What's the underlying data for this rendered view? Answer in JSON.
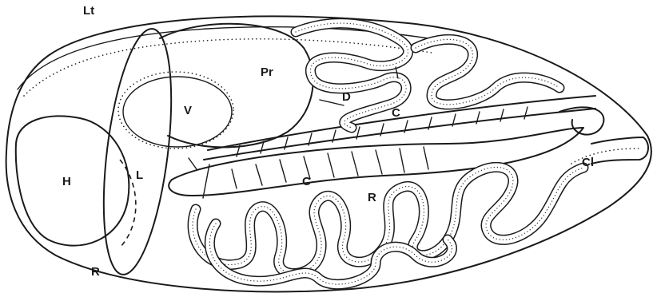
{
  "labels": {
    "lt": "Lt",
    "pr": "Pr",
    "v": "V",
    "h": "H",
    "l": "L",
    "r_lower": "R",
    "r_middle": "R",
    "d": "D",
    "c_upper": "C",
    "c_lower": "C",
    "ci": "Cl"
  },
  "colors": {
    "ink": "#1a1a1a",
    "background": "#ffffff"
  }
}
